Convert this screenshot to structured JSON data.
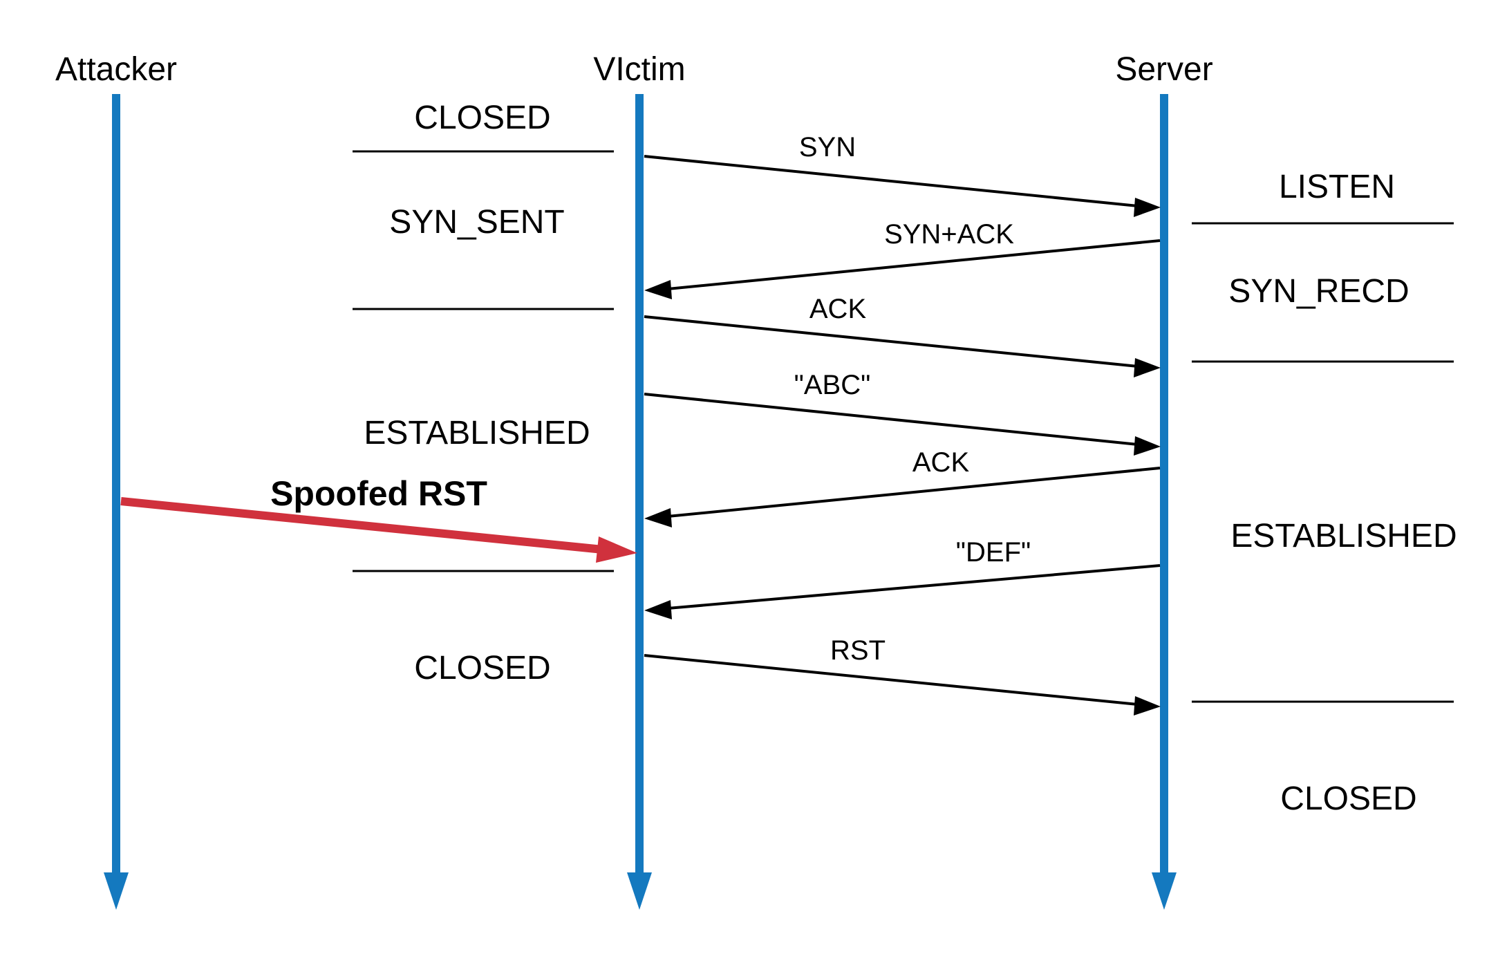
{
  "actors": [
    {
      "id": "attacker",
      "label": "Attacker"
    },
    {
      "id": "victim",
      "label": "VIctim"
    },
    {
      "id": "server",
      "label": "Server"
    }
  ],
  "victim_states": [
    "CLOSED",
    "SYN_SENT",
    "ESTABLISHED",
    "CLOSED"
  ],
  "server_states": [
    "LISTEN",
    "SYN_RECD",
    "ESTABLISHED",
    "CLOSED"
  ],
  "messages": [
    {
      "label": "SYN",
      "from": "victim",
      "to": "server"
    },
    {
      "label": "SYN+ACK",
      "from": "server",
      "to": "victim"
    },
    {
      "label": "ACK",
      "from": "victim",
      "to": "server"
    },
    {
      "label": "\"ABC\"",
      "from": "victim",
      "to": "server"
    },
    {
      "label": "ACK",
      "from": "server",
      "to": "victim"
    },
    {
      "label": "\"DEF\"",
      "from": "server",
      "to": "victim"
    },
    {
      "label": "RST",
      "from": "victim",
      "to": "server"
    }
  ],
  "spoofed": {
    "label": "Spoofed RST",
    "from": "attacker",
    "to": "victim"
  },
  "colors": {
    "lifeline": "#1479bf",
    "spoofed": "#d0313d",
    "message": "#000000"
  }
}
